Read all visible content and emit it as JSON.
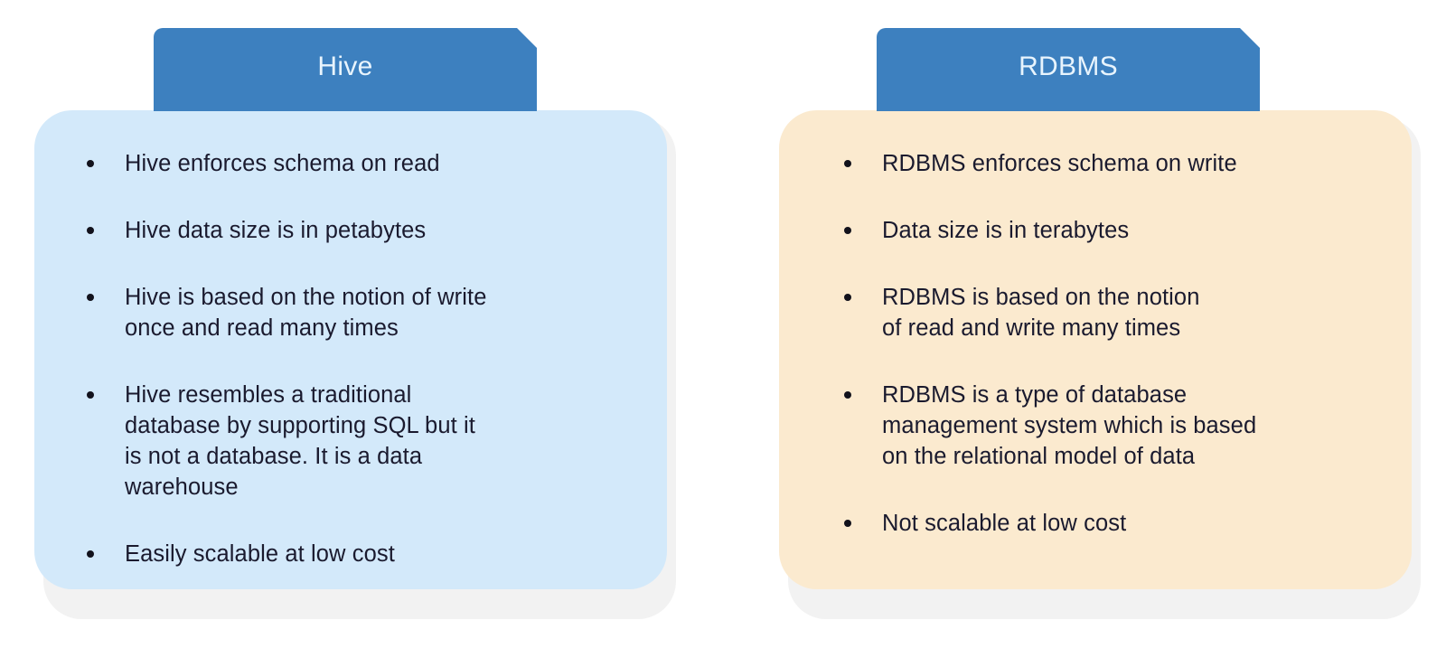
{
  "theme": {
    "page_background": "#ffffff",
    "tab_color": "#3d80bf",
    "tab_text_color": "#e8f4fd",
    "hive_panel_color": "#d3e9fa",
    "rdbms_panel_color": "#fbeacf",
    "backing_card_color": "#f2f2f2",
    "body_text_color": "#1a1a2e",
    "bullet_color": "#12121c"
  },
  "columns": [
    {
      "id": "hive",
      "title": "Hive",
      "bullets": [
        "Hive enforces schema on read",
        "Hive data size is in petabytes",
        "Hive is based on the notion of write\nonce and read many times",
        "Hive resembles a traditional\ndatabase by supporting SQL but it\nis not a database. It is a data\nwarehouse",
        "Easily scalable at low cost"
      ]
    },
    {
      "id": "rdbms",
      "title": "RDBMS",
      "bullets": [
        "RDBMS enforces schema on write",
        "Data size is in terabytes",
        "RDBMS is based on the notion\nof read and write many times",
        "RDBMS is a type of database\nmanagement system which is based\non the relational model of data",
        "Not scalable at low cost"
      ]
    }
  ]
}
